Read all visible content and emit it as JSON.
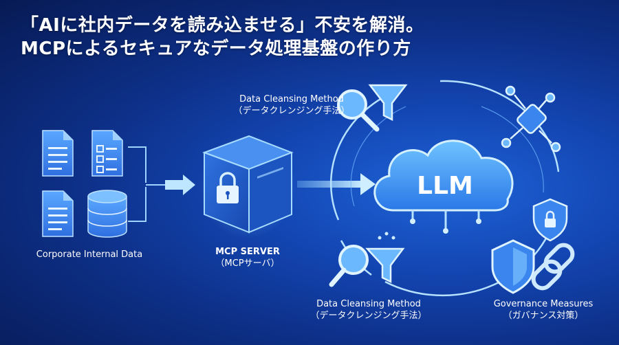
{
  "title": {
    "line1": "「AIに社内データを読み込ませる」不安を解消。",
    "line2": "MCPによるセキュアなデータ処理基盤の作り方"
  },
  "left_group": {
    "label": "Corporate Internal Data"
  },
  "server": {
    "label": "MCP SERVER",
    "sublabel": "（MCPサーバ）"
  },
  "cloud": {
    "label": "LLM"
  },
  "cleansing_top": {
    "label": "Data Cleansing Method",
    "sublabel": "（データクレンジング手法）"
  },
  "cleansing_bottom": {
    "label": "Data Cleansing Method",
    "sublabel": "（データクレンジング手法）"
  },
  "governance": {
    "label": "Governance Measures",
    "sublabel": "（ガバナンス対策）"
  },
  "icons": [
    "document-icon",
    "form-document-icon",
    "document-icon",
    "database-icon",
    "cube-icon",
    "lock-icon",
    "cloud-icon",
    "magnifier-icon",
    "funnel-icon",
    "network-icon",
    "shield-lock-icon",
    "shield-icon",
    "chain-link-icon"
  ],
  "colors": {
    "accent": "#4fb4ff",
    "line": "#9fd4ff",
    "node": "#1a5bd6",
    "background": "#0d2f86"
  }
}
